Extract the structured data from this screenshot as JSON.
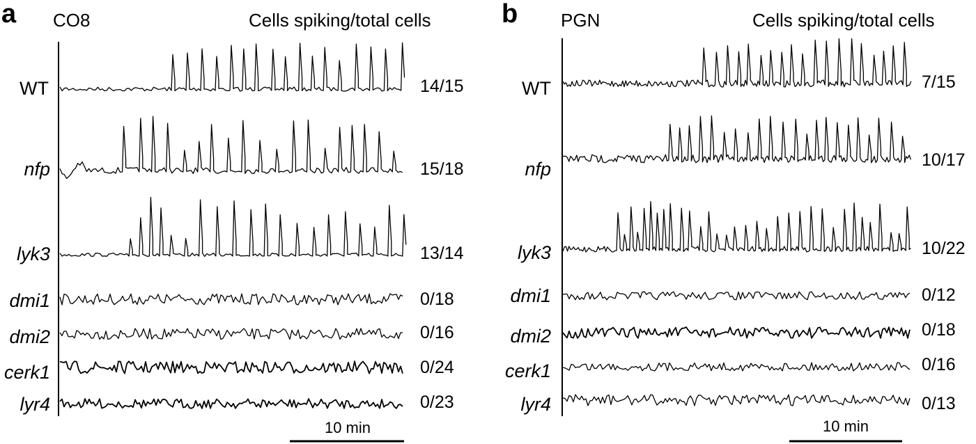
{
  "panels": [
    {
      "letter": "a",
      "condition": "CO8",
      "header": "Cells spiking/total cells",
      "scale_bar_label": "10 min",
      "rows": [
        {
          "genotype": "WT",
          "ratio": "14/15",
          "italic": false
        },
        {
          "genotype": "nfp",
          "ratio": "15/18",
          "italic": true
        },
        {
          "genotype": "lyk3",
          "ratio": "13/14",
          "italic": true
        },
        {
          "genotype": "dmi1",
          "ratio": "0/18",
          "italic": true
        },
        {
          "genotype": "dmi2",
          "ratio": "0/16",
          "italic": true
        },
        {
          "genotype": "cerk1",
          "ratio": "0/24",
          "italic": true
        },
        {
          "genotype": "lyr4",
          "ratio": "0/23",
          "italic": true
        }
      ]
    },
    {
      "letter": "b",
      "condition": "PGN",
      "header": "Cells spiking/total cells",
      "scale_bar_label": "10 min",
      "rows": [
        {
          "genotype": "WT",
          "ratio": "7/15",
          "italic": false
        },
        {
          "genotype": "nfp",
          "ratio": "10/17",
          "italic": true
        },
        {
          "genotype": "lyk3",
          "ratio": "10/22",
          "italic": true
        },
        {
          "genotype": "dmi1",
          "ratio": "0/12",
          "italic": true
        },
        {
          "genotype": "dmi2",
          "ratio": "0/18",
          "italic": true
        },
        {
          "genotype": "cerk1",
          "ratio": "0/16",
          "italic": true
        },
        {
          "genotype": "lyr4",
          "ratio": "0/13",
          "italic": true
        }
      ]
    }
  ],
  "chart_data": [
    {
      "type": "line",
      "panel": "a",
      "title": "CO8",
      "annotation_header": "Cells spiking/total cells",
      "scale_bar": "10 min",
      "series": [
        {
          "name": "WT",
          "cells_spiking": 14,
          "total_cells": 15,
          "spiking": true
        },
        {
          "name": "nfp",
          "cells_spiking": 15,
          "total_cells": 18,
          "spiking": true
        },
        {
          "name": "lyk3",
          "cells_spiking": 13,
          "total_cells": 14,
          "spiking": true
        },
        {
          "name": "dmi1",
          "cells_spiking": 0,
          "total_cells": 18,
          "spiking": false
        },
        {
          "name": "dmi2",
          "cells_spiking": 0,
          "total_cells": 16,
          "spiking": false
        },
        {
          "name": "cerk1",
          "cells_spiking": 0,
          "total_cells": 24,
          "spiking": false
        },
        {
          "name": "lyr4",
          "cells_spiking": 0,
          "total_cells": 23,
          "spiking": false
        }
      ]
    },
    {
      "type": "line",
      "panel": "b",
      "title": "PGN",
      "annotation_header": "Cells spiking/total cells",
      "scale_bar": "10 min",
      "series": [
        {
          "name": "WT",
          "cells_spiking": 7,
          "total_cells": 15,
          "spiking": true
        },
        {
          "name": "nfp",
          "cells_spiking": 10,
          "total_cells": 17,
          "spiking": true
        },
        {
          "name": "lyk3",
          "cells_spiking": 10,
          "total_cells": 22,
          "spiking": true
        },
        {
          "name": "dmi1",
          "cells_spiking": 0,
          "total_cells": 12,
          "spiking": false
        },
        {
          "name": "dmi2",
          "cells_spiking": 0,
          "total_cells": 18,
          "spiking": false
        },
        {
          "name": "cerk1",
          "cells_spiking": 0,
          "total_cells": 16,
          "spiking": false
        },
        {
          "name": "lyr4",
          "cells_spiking": 0,
          "total_cells": 13,
          "spiking": false
        }
      ]
    }
  ]
}
